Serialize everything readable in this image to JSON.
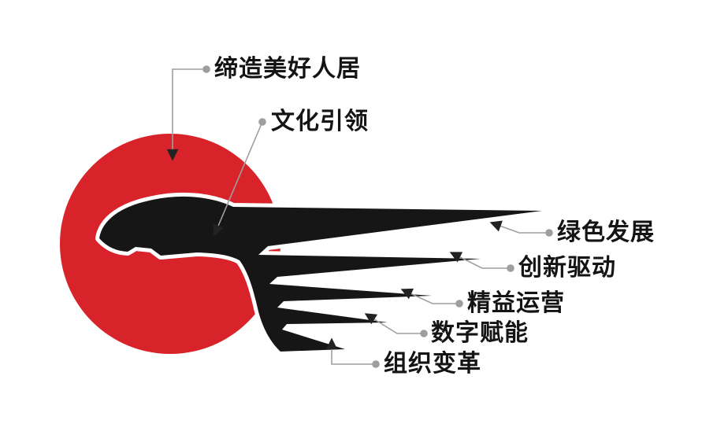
{
  "diagram": {
    "description": "Eagle wing logo diagram with labeled callouts",
    "logo": {
      "circle_color": "#d8232a",
      "eagle_color": "#161616"
    },
    "callouts": {
      "line_color": "#9e9e9e",
      "arrow_color": "#222222",
      "dot_color": "#9e9e9e",
      "items": [
        {
          "label": "缔造美好人居",
          "target": "red-circle"
        },
        {
          "label": "文化引领",
          "target": "eagle-head"
        },
        {
          "label": "绿色发展",
          "target": "wing-stripe-1"
        },
        {
          "label": "创新驱动",
          "target": "wing-stripe-2"
        },
        {
          "label": "精益运营",
          "target": "wing-stripe-3"
        },
        {
          "label": "数字赋能",
          "target": "wing-stripe-4"
        },
        {
          "label": "组织变革",
          "target": "wing-stripe-5"
        }
      ]
    }
  }
}
